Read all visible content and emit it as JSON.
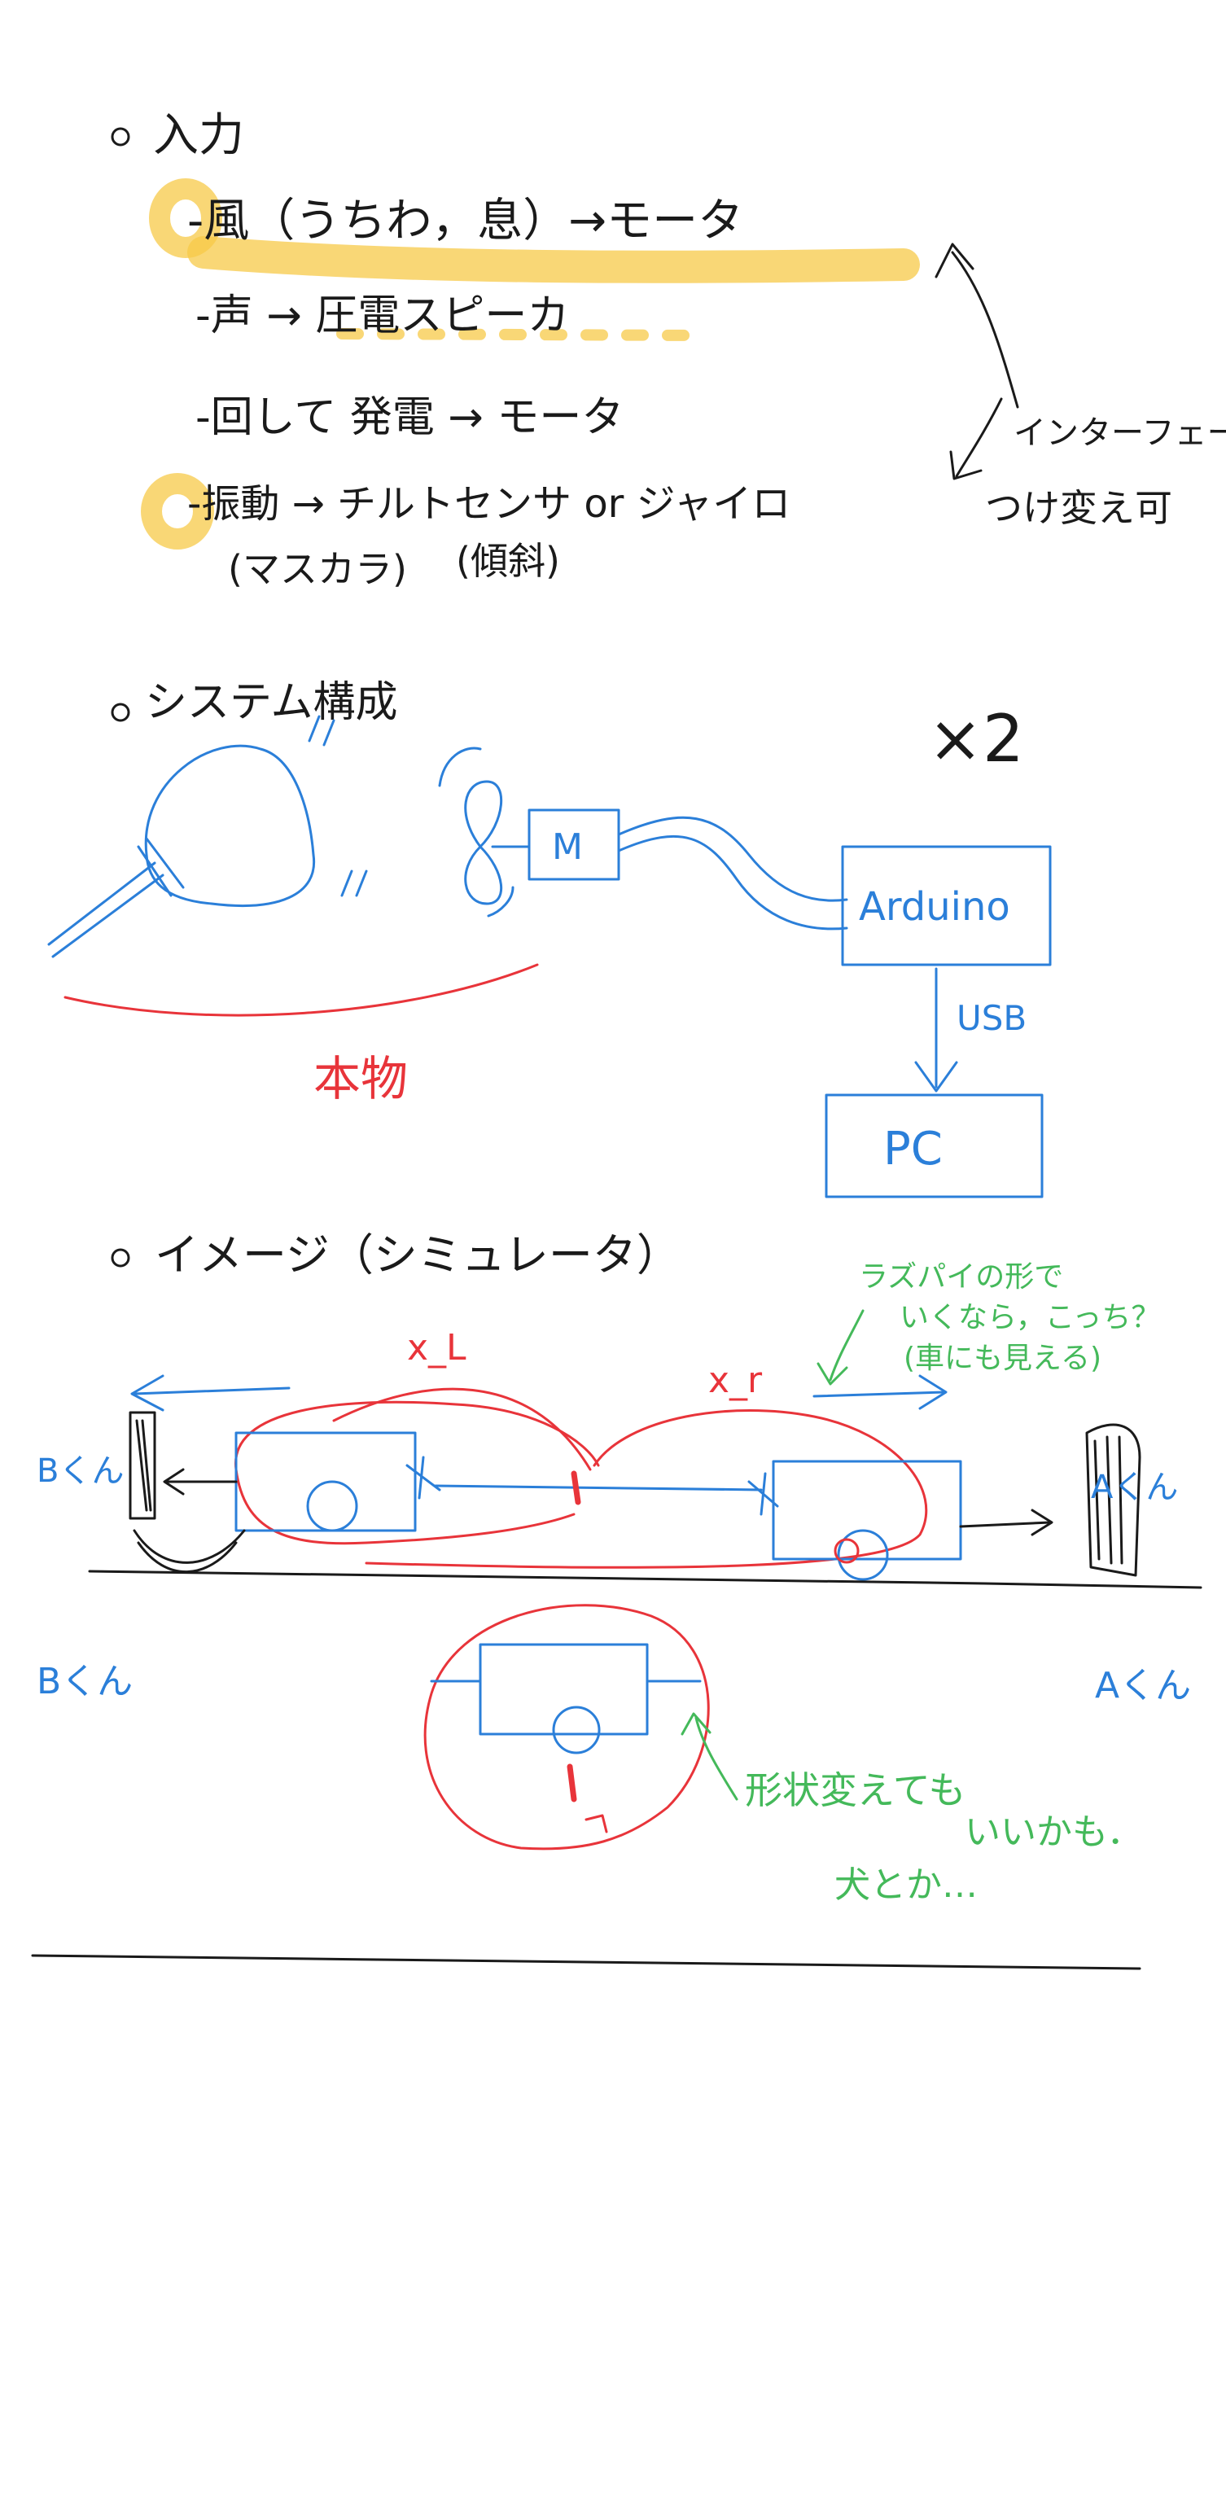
{
  "colors": {
    "ink": "#1a1a1a",
    "blue": "#2b7fd9",
    "red": "#e8343a",
    "green": "#44b95a",
    "highlight": "#f7c948"
  },
  "input": {
    "heading": "入力",
    "items": [
      "-風（うちわ，息）→モータ",
      "-声 → 圧電スピーカ",
      "-回して 発電 → モータ",
      "-振動 → チルトセンサ or ジャイロ"
    ],
    "sub_masukara": "(マスカラ)",
    "sub_keisha": "(傾斜)",
    "interface_note_1": "インターフェース",
    "interface_note_2": "つけ変え可"
  },
  "system": {
    "heading": "システム構成",
    "times": "×2",
    "motor_label": "M",
    "arduino_label": "Arduino",
    "usb_label": "USB",
    "pc_label": "PC",
    "honmono": "本物"
  },
  "image": {
    "heading": "イメージ（シミュレータ）",
    "b_kun_top": "Bくん",
    "a_kun_top": "Aくん",
    "b_kun_bottom": "Bくん",
    "a_kun_bottom": "Aくん",
    "x_left": "x_L",
    "x_right": "x_r",
    "raspi_note_1": "ラズパイの形で",
    "raspi_note_2": "いくなら，こっち？",
    "raspi_note_3": "(車にも見える)",
    "shape_note_1": "形状変えても",
    "shape_note_2": "いいかも．",
    "shape_note_3": "犬とか…"
  }
}
